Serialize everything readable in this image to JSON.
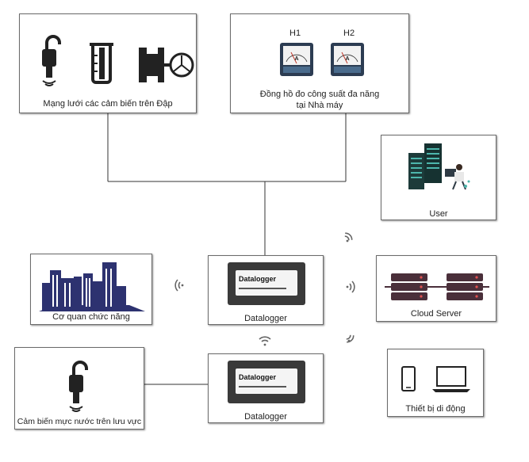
{
  "sensors_dam": {
    "label": "Mạng lưới các cảm biến trên Đập"
  },
  "power_meters": {
    "meter1": "H1",
    "meter2": "H2",
    "label_line1": "Đồng hồ đo công suất đa năng",
    "label_line2": "tại Nhà máy"
  },
  "user": {
    "label": "User"
  },
  "agency": {
    "label": "Cơ quan chức năng"
  },
  "datalogger_main": {
    "label": "Datalogger",
    "device_text": "Datalogger"
  },
  "datalogger_secondary": {
    "label": "Datalogger",
    "device_text": "Datalogger"
  },
  "cloud": {
    "label": "Cloud Server"
  },
  "water_sensor": {
    "label": "Cảm biến mực nước trên lưu vực"
  },
  "mobile": {
    "label": "Thiết bị di động"
  },
  "meter_unit": "A"
}
